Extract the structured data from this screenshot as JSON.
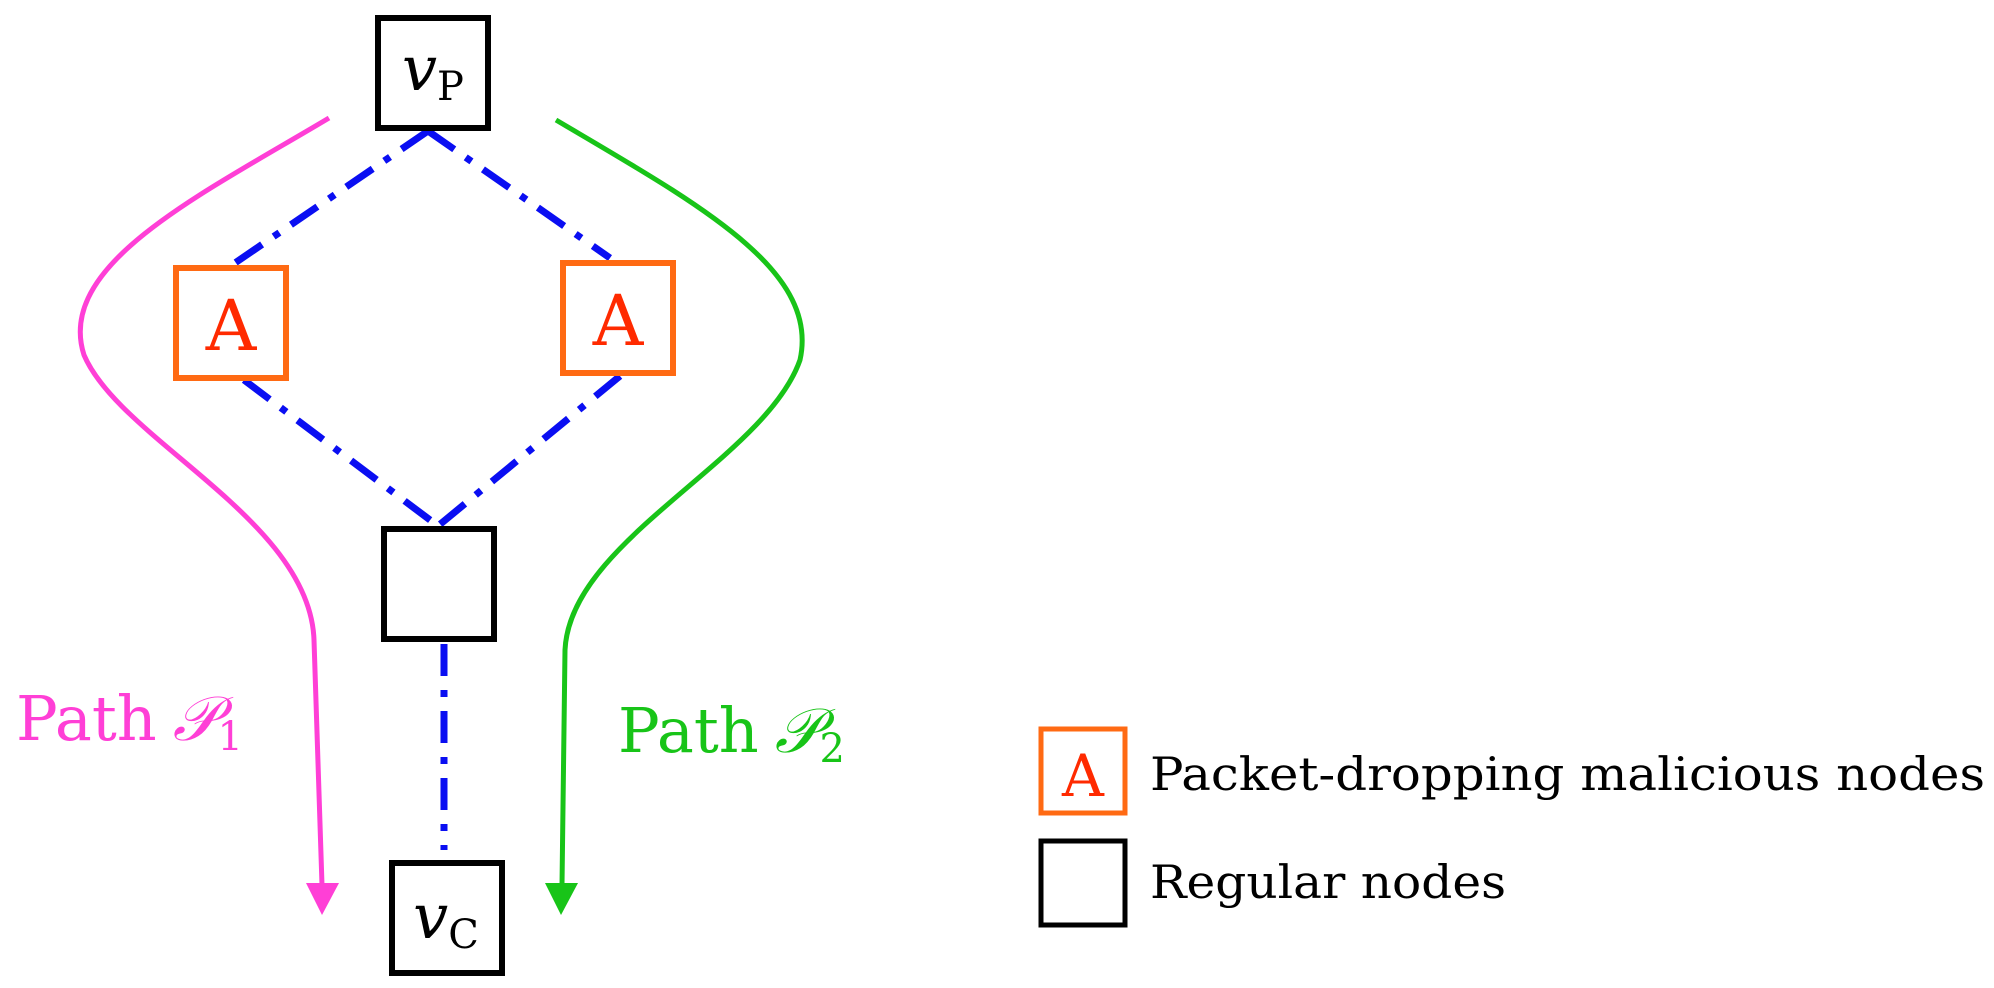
{
  "colors": {
    "path1": "#ff3fd6",
    "path2": "#18c418",
    "link": "#0a0ef2",
    "malicious_border": "#ff6a13",
    "malicious_text": "#ff2a00",
    "regular_border": "#000000",
    "text": "#000000"
  },
  "nodes": {
    "top": {
      "symbol": "v",
      "subscript": "P"
    },
    "malicious_left": {
      "label": "A"
    },
    "malicious_right": {
      "label": "A"
    },
    "middle": {
      "label": ""
    },
    "bottom": {
      "symbol": "v",
      "subscript": "C"
    }
  },
  "paths": {
    "path1": {
      "label": "Path",
      "symbol": "𝒫",
      "subscript": "1"
    },
    "path2": {
      "label": "Path",
      "symbol": "𝒫",
      "subscript": "2"
    }
  },
  "legend": {
    "items": [
      {
        "swatch_label": "A",
        "text": "Packet-dropping malicious nodes",
        "kind": "malicious"
      },
      {
        "swatch_label": "",
        "text": "Regular nodes",
        "kind": "regular"
      }
    ]
  }
}
